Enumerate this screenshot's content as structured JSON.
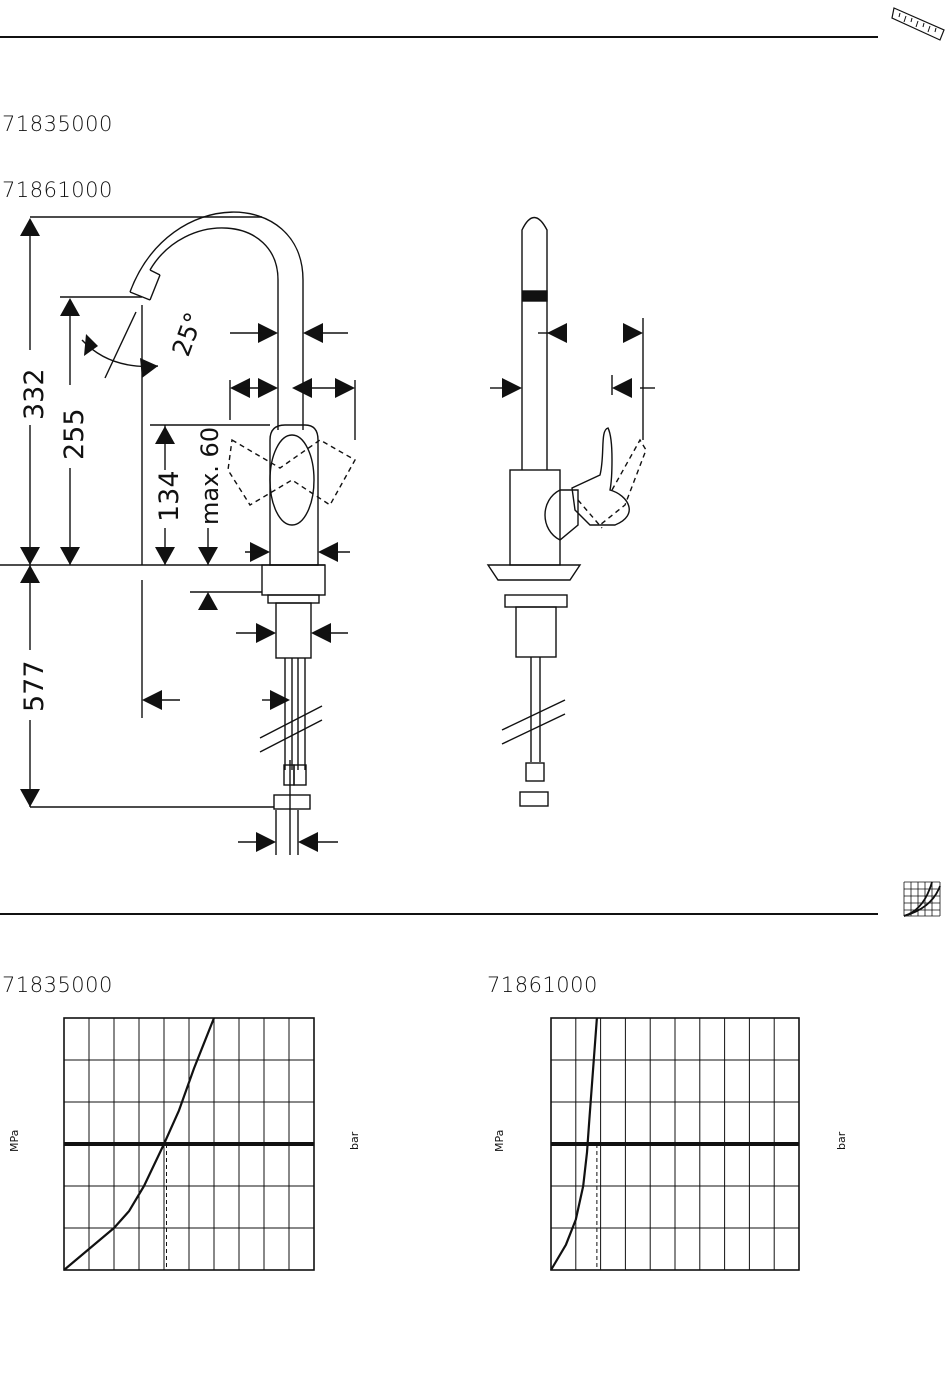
{
  "section_dimensions": {
    "product_codes": [
      "71835000",
      "71861000"
    ],
    "icon": "ruler-icon",
    "dimensions": {
      "total_height": "332",
      "spout_height": "255",
      "height_134": "134",
      "max_60": "max. 60",
      "below_counter": "577",
      "swivel_angle": "25°"
    }
  },
  "section_flow": {
    "icon": "flow-chart-icon",
    "charts": [
      {
        "code": "71835000",
        "left_unit": "MPa",
        "right_unit": "bar"
      },
      {
        "code": "71861000",
        "left_unit": "MPa",
        "right_unit": "bar"
      }
    ]
  },
  "chart_data": [
    {
      "type": "line",
      "title": "71835000",
      "ylabel": "MPa",
      "y2label": "bar",
      "xlim": [
        0,
        10
      ],
      "ylim": [
        0,
        6
      ],
      "grid": true,
      "series": [
        {
          "x": [
            0,
            1,
            2,
            2.6,
            3.2,
            4,
            4.6,
            5.2,
            5.6,
            6
          ],
          "y": [
            0,
            0.5,
            1.0,
            1.4,
            2.0,
            3.0,
            3.8,
            4.8,
            5.4,
            6.0
          ]
        }
      ],
      "highlight_y": 3,
      "marker_x": 4.1
    },
    {
      "type": "line",
      "title": "71861000",
      "ylabel": "MPa",
      "y2label": "bar",
      "xlim": [
        0,
        10
      ],
      "ylim": [
        0,
        6
      ],
      "grid": true,
      "series": [
        {
          "x": [
            0,
            0.6,
            1.0,
            1.3,
            1.45,
            1.55,
            1.65,
            1.75,
            1.85
          ],
          "y": [
            0,
            0.6,
            1.2,
            2.0,
            2.8,
            3.6,
            4.4,
            5.2,
            6.0
          ]
        }
      ],
      "highlight_y": 3,
      "marker_x": 1.85
    }
  ]
}
